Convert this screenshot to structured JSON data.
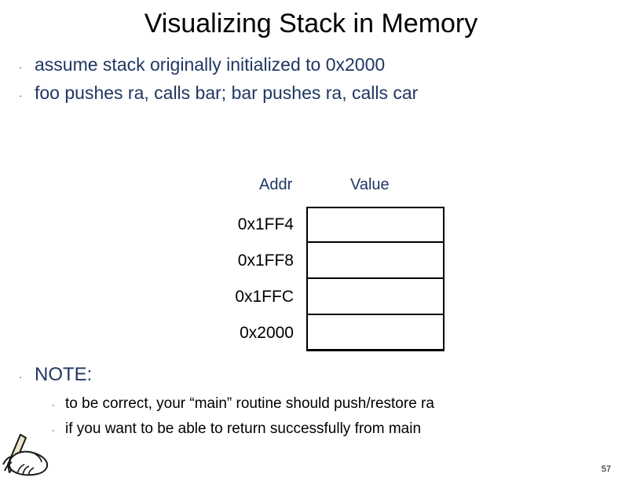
{
  "slide": {
    "title": "Visualizing Stack in Memory",
    "page_number": "57",
    "background_color": "#FFFFFF",
    "accent_color": "#1F3763",
    "text_color": "#000000"
  },
  "top_bullets": [
    {
      "bullet": "·",
      "text": "assume stack originally initialized to 0x2000"
    },
    {
      "bullet": "·",
      "text": "foo pushes ra, calls bar; bar pushes ra, calls car"
    }
  ],
  "memory_table": {
    "headers": {
      "addr": "Addr",
      "value": "Value"
    },
    "rows": [
      {
        "addr": "0x1FF4",
        "value": ""
      },
      {
        "addr": "0x1FF8",
        "value": ""
      },
      {
        "addr": "0x1FFC",
        "value": ""
      },
      {
        "addr": "0x2000",
        "value": ""
      }
    ]
  },
  "note": {
    "bullet": "·",
    "heading": "NOTE:",
    "sub_bullets": [
      {
        "bullet": "·",
        "text": "to be correct, your “main” routine should push/restore ra"
      },
      {
        "bullet": "·",
        "text": "if you want to be able to return successfully from main"
      }
    ]
  },
  "decoration": {
    "hand_icon_name": "writing-hand-icon"
  }
}
